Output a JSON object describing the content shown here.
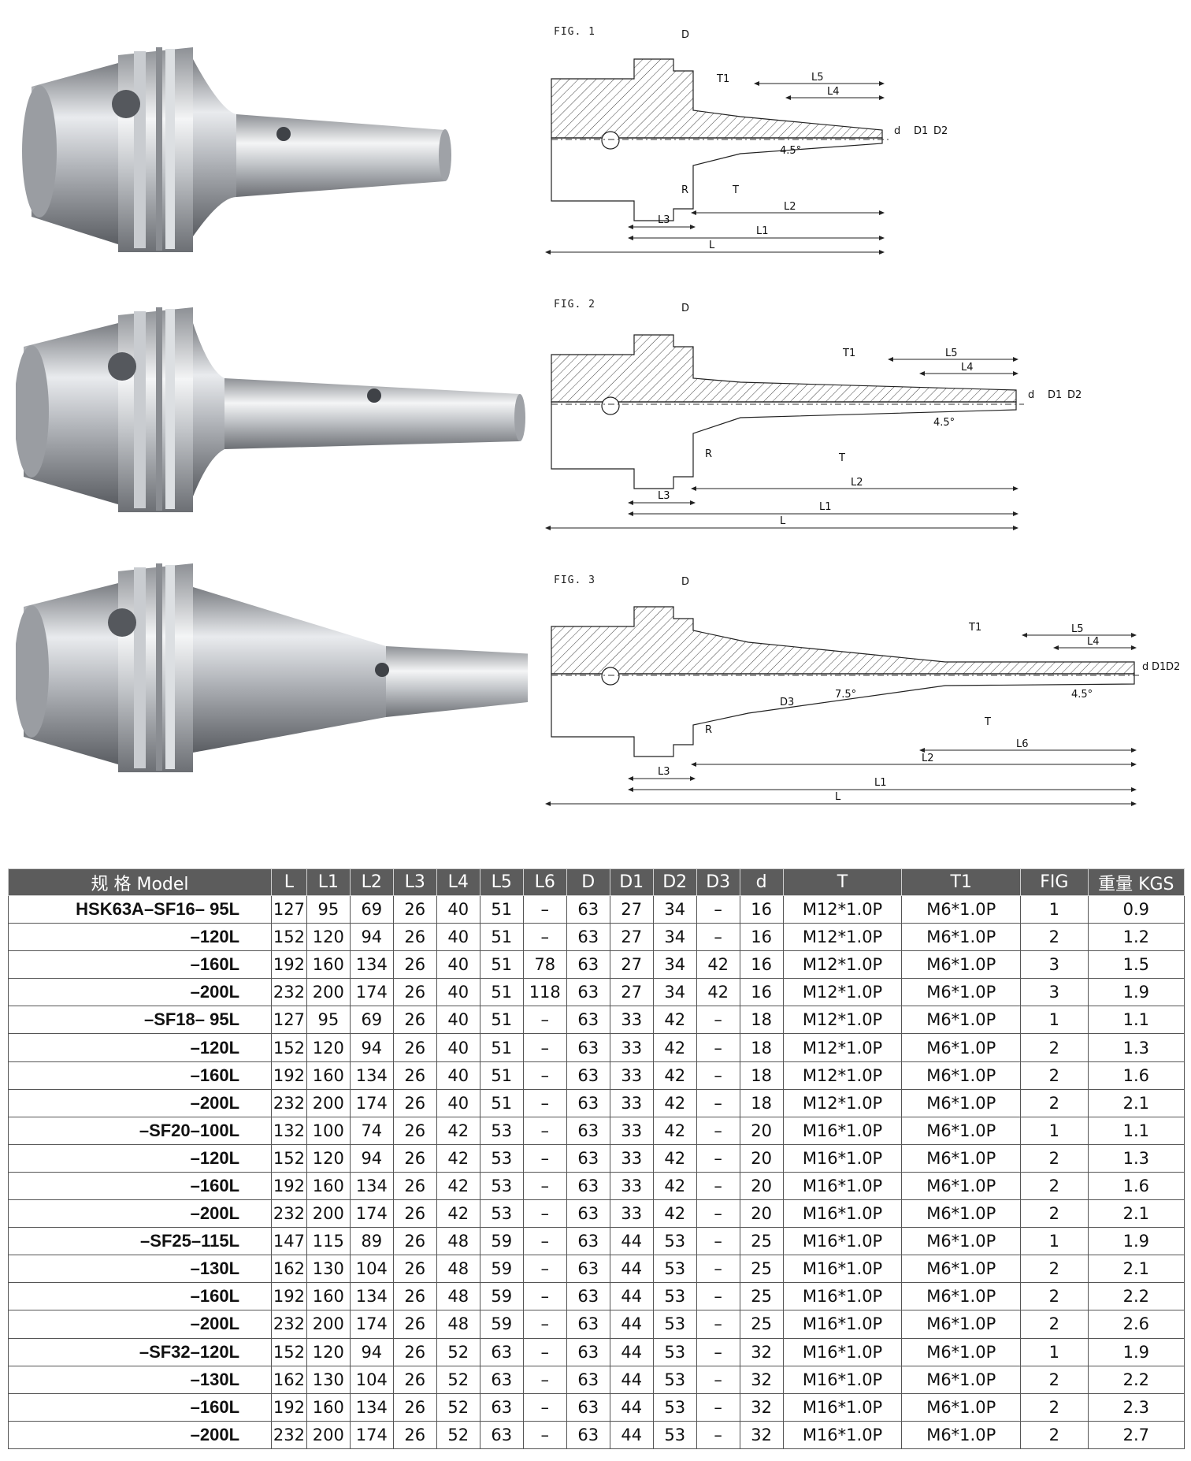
{
  "figures": [
    {
      "label": "FIG. 1",
      "dims": [
        "D",
        "T1",
        "L5",
        "L4",
        "d",
        "D1",
        "D2",
        "4.5°",
        "R",
        "T",
        "L2",
        "L3",
        "L1",
        "L"
      ]
    },
    {
      "label": "FIG. 2",
      "dims": [
        "D",
        "T1",
        "L5",
        "L4",
        "d",
        "D1",
        "D2",
        "4.5°",
        "R",
        "T",
        "L2",
        "L3",
        "L1",
        "L"
      ]
    },
    {
      "label": "FIG. 3",
      "dims": [
        "D",
        "T1",
        "L5",
        "L4",
        "d",
        "D1",
        "D2",
        "D3",
        "7.5°",
        "4.5°",
        "R",
        "T",
        "L6",
        "L2",
        "L3",
        "L1",
        "L"
      ]
    }
  ],
  "table": {
    "headers": [
      "规 格 Model",
      "L",
      "L1",
      "L2",
      "L3",
      "L4",
      "L5",
      "L6",
      "D",
      "D1",
      "D2",
      "D3",
      "d",
      "T",
      "T1",
      "FIG",
      "重量 KGS"
    ],
    "rows": [
      [
        "HSK63A–SF16– 95L",
        "127",
        "95",
        "69",
        "26",
        "40",
        "51",
        "–",
        "63",
        "27",
        "34",
        "–",
        "16",
        "M12*1.0P",
        "M6*1.0P",
        "1",
        "0.9"
      ],
      [
        "–120L",
        "152",
        "120",
        "94",
        "26",
        "40",
        "51",
        "–",
        "63",
        "27",
        "34",
        "–",
        "16",
        "M12*1.0P",
        "M6*1.0P",
        "2",
        "1.2"
      ],
      [
        "–160L",
        "192",
        "160",
        "134",
        "26",
        "40",
        "51",
        "78",
        "63",
        "27",
        "34",
        "42",
        "16",
        "M12*1.0P",
        "M6*1.0P",
        "3",
        "1.5"
      ],
      [
        "–200L",
        "232",
        "200",
        "174",
        "26",
        "40",
        "51",
        "118",
        "63",
        "27",
        "34",
        "42",
        "16",
        "M12*1.0P",
        "M6*1.0P",
        "3",
        "1.9"
      ],
      [
        "–SF18– 95L",
        "127",
        "95",
        "69",
        "26",
        "40",
        "51",
        "–",
        "63",
        "33",
        "42",
        "–",
        "18",
        "M12*1.0P",
        "M6*1.0P",
        "1",
        "1.1"
      ],
      [
        "–120L",
        "152",
        "120",
        "94",
        "26",
        "40",
        "51",
        "–",
        "63",
        "33",
        "42",
        "–",
        "18",
        "M12*1.0P",
        "M6*1.0P",
        "2",
        "1.3"
      ],
      [
        "–160L",
        "192",
        "160",
        "134",
        "26",
        "40",
        "51",
        "–",
        "63",
        "33",
        "42",
        "–",
        "18",
        "M12*1.0P",
        "M6*1.0P",
        "2",
        "1.6"
      ],
      [
        "–200L",
        "232",
        "200",
        "174",
        "26",
        "40",
        "51",
        "–",
        "63",
        "33",
        "42",
        "–",
        "18",
        "M12*1.0P",
        "M6*1.0P",
        "2",
        "2.1"
      ],
      [
        "–SF20–100L",
        "132",
        "100",
        "74",
        "26",
        "42",
        "53",
        "–",
        "63",
        "33",
        "42",
        "–",
        "20",
        "M16*1.0P",
        "M6*1.0P",
        "1",
        "1.1"
      ],
      [
        "–120L",
        "152",
        "120",
        "94",
        "26",
        "42",
        "53",
        "–",
        "63",
        "33",
        "42",
        "–",
        "20",
        "M16*1.0P",
        "M6*1.0P",
        "2",
        "1.3"
      ],
      [
        "–160L",
        "192",
        "160",
        "134",
        "26",
        "42",
        "53",
        "–",
        "63",
        "33",
        "42",
        "–",
        "20",
        "M16*1.0P",
        "M6*1.0P",
        "2",
        "1.6"
      ],
      [
        "–200L",
        "232",
        "200",
        "174",
        "26",
        "42",
        "53",
        "–",
        "63",
        "33",
        "42",
        "–",
        "20",
        "M16*1.0P",
        "M6*1.0P",
        "2",
        "2.1"
      ],
      [
        "–SF25–115L",
        "147",
        "115",
        "89",
        "26",
        "48",
        "59",
        "–",
        "63",
        "44",
        "53",
        "–",
        "25",
        "M16*1.0P",
        "M6*1.0P",
        "1",
        "1.9"
      ],
      [
        "–130L",
        "162",
        "130",
        "104",
        "26",
        "48",
        "59",
        "–",
        "63",
        "44",
        "53",
        "–",
        "25",
        "M16*1.0P",
        "M6*1.0P",
        "2",
        "2.1"
      ],
      [
        "–160L",
        "192",
        "160",
        "134",
        "26",
        "48",
        "59",
        "–",
        "63",
        "44",
        "53",
        "–",
        "25",
        "M16*1.0P",
        "M6*1.0P",
        "2",
        "2.2"
      ],
      [
        "–200L",
        "232",
        "200",
        "174",
        "26",
        "48",
        "59",
        "–",
        "63",
        "44",
        "53",
        "–",
        "25",
        "M16*1.0P",
        "M6*1.0P",
        "2",
        "2.6"
      ],
      [
        "–SF32–120L",
        "152",
        "120",
        "94",
        "26",
        "52",
        "63",
        "–",
        "63",
        "44",
        "53",
        "–",
        "32",
        "M16*1.0P",
        "M6*1.0P",
        "1",
        "1.9"
      ],
      [
        "–130L",
        "162",
        "130",
        "104",
        "26",
        "52",
        "63",
        "–",
        "63",
        "44",
        "53",
        "–",
        "32",
        "M16*1.0P",
        "M6*1.0P",
        "2",
        "2.2"
      ],
      [
        "–160L",
        "192",
        "160",
        "134",
        "26",
        "52",
        "63",
        "–",
        "63",
        "44",
        "53",
        "–",
        "32",
        "M16*1.0P",
        "M6*1.0P",
        "2",
        "2.3"
      ],
      [
        "–200L",
        "232",
        "200",
        "174",
        "26",
        "52",
        "63",
        "–",
        "63",
        "44",
        "53",
        "–",
        "32",
        "M16*1.0P",
        "M6*1.0P",
        "2",
        "2.7"
      ]
    ]
  }
}
